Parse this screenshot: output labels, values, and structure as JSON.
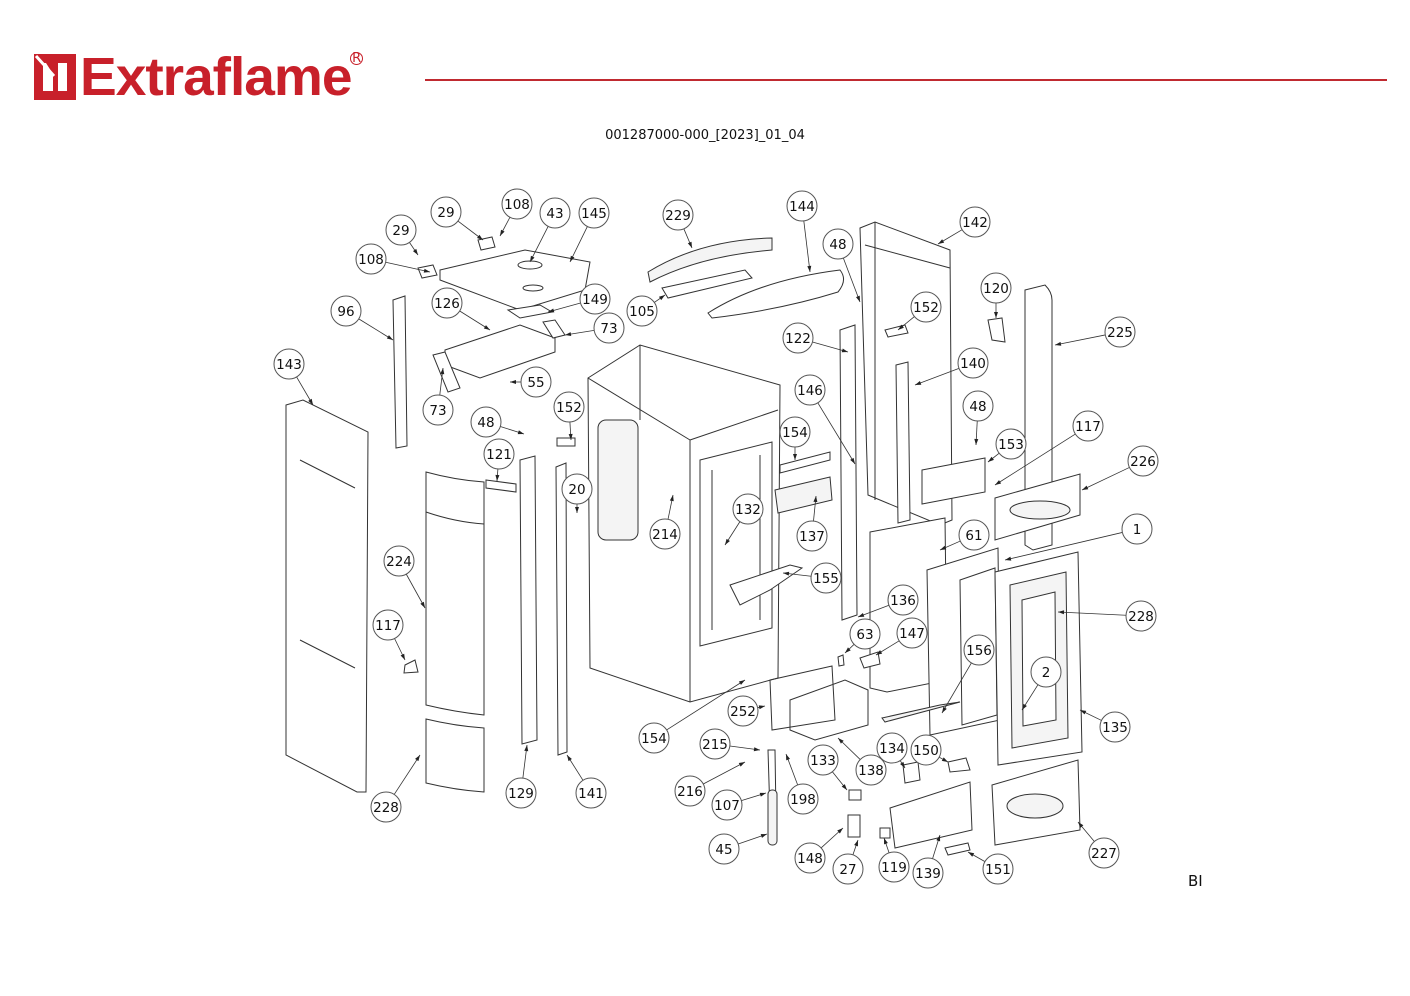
{
  "brand": {
    "name": "Extraflame",
    "registered_mark": "®",
    "color": "#c8202a",
    "rule_color": "#c02a30"
  },
  "document": {
    "code": "001287000-000_[2023]_01_04",
    "sheet_code": "BI"
  },
  "callouts": [
    {
      "id": "29",
      "label": "29"
    },
    {
      "id": "108",
      "label": "108"
    },
    {
      "id": "43",
      "label": "43"
    },
    {
      "id": "145",
      "label": "145"
    },
    {
      "id": "29b",
      "label": "29"
    },
    {
      "id": "108b",
      "label": "108"
    },
    {
      "id": "149",
      "label": "149"
    },
    {
      "id": "96",
      "label": "96"
    },
    {
      "id": "126",
      "label": "126"
    },
    {
      "id": "73",
      "label": "73"
    },
    {
      "id": "55",
      "label": "55"
    },
    {
      "id": "73b",
      "label": "73"
    },
    {
      "id": "143",
      "label": "143"
    },
    {
      "id": "48",
      "label": "48"
    },
    {
      "id": "152",
      "label": "152"
    },
    {
      "id": "121",
      "label": "121"
    },
    {
      "id": "20",
      "label": "20"
    },
    {
      "id": "224",
      "label": "224"
    },
    {
      "id": "117",
      "label": "117"
    },
    {
      "id": "228",
      "label": "228"
    },
    {
      "id": "129",
      "label": "129"
    },
    {
      "id": "141",
      "label": "141"
    },
    {
      "id": "229",
      "label": "229"
    },
    {
      "id": "105",
      "label": "105"
    },
    {
      "id": "144",
      "label": "144"
    },
    {
      "id": "48b",
      "label": "48"
    },
    {
      "id": "142",
      "label": "142"
    },
    {
      "id": "152b",
      "label": "152"
    },
    {
      "id": "122",
      "label": "122"
    },
    {
      "id": "120",
      "label": "120"
    },
    {
      "id": "225",
      "label": "225"
    },
    {
      "id": "140",
      "label": "140"
    },
    {
      "id": "146",
      "label": "146"
    },
    {
      "id": "154",
      "label": "154"
    },
    {
      "id": "48c",
      "label": "48"
    },
    {
      "id": "153",
      "label": "153"
    },
    {
      "id": "117b",
      "label": "117"
    },
    {
      "id": "226",
      "label": "226"
    },
    {
      "id": "214",
      "label": "214"
    },
    {
      "id": "132",
      "label": "132"
    },
    {
      "id": "137",
      "label": "137"
    },
    {
      "id": "61",
      "label": "61"
    },
    {
      "id": "1",
      "label": "1"
    },
    {
      "id": "155",
      "label": "155"
    },
    {
      "id": "136",
      "label": "136"
    },
    {
      "id": "228b",
      "label": "228"
    },
    {
      "id": "63",
      "label": "63"
    },
    {
      "id": "147",
      "label": "147"
    },
    {
      "id": "156",
      "label": "156"
    },
    {
      "id": "2",
      "label": "2"
    },
    {
      "id": "252",
      "label": "252"
    },
    {
      "id": "154b",
      "label": "154"
    },
    {
      "id": "135",
      "label": "135"
    },
    {
      "id": "215",
      "label": "215"
    },
    {
      "id": "134",
      "label": "134"
    },
    {
      "id": "150",
      "label": "150"
    },
    {
      "id": "133",
      "label": "133"
    },
    {
      "id": "138",
      "label": "138"
    },
    {
      "id": "216",
      "label": "216"
    },
    {
      "id": "198",
      "label": "198"
    },
    {
      "id": "107",
      "label": "107"
    },
    {
      "id": "45",
      "label": "45"
    },
    {
      "id": "148",
      "label": "148"
    },
    {
      "id": "27",
      "label": "27"
    },
    {
      "id": "119",
      "label": "119"
    },
    {
      "id": "139",
      "label": "139"
    },
    {
      "id": "151",
      "label": "151"
    },
    {
      "id": "227",
      "label": "227"
    }
  ]
}
